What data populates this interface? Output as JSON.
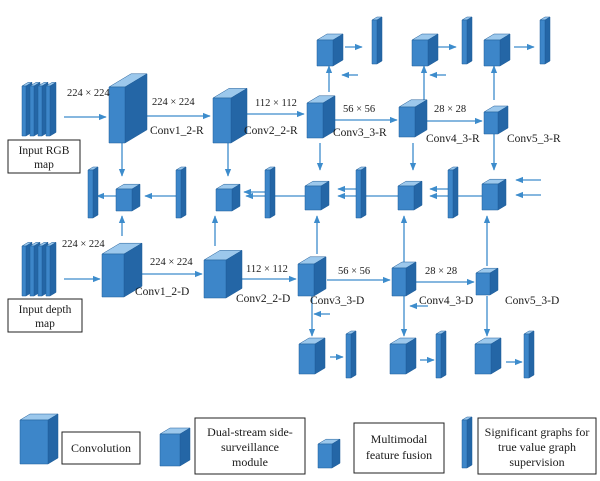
{
  "colors": {
    "front": "#3d86c9",
    "top": "#9cc8ec",
    "side": "#2466a6",
    "arrow": "#3d8ccc",
    "edge": "#1f5d99"
  },
  "inputs": {
    "rgb": [
      "Input RGB",
      "map"
    ],
    "depth": [
      "Input depth",
      "map"
    ]
  },
  "rgb_stream": {
    "sizes": [
      "224 × 224",
      "224 × 224",
      "112 × 112",
      "56 × 56",
      "28 × 28"
    ],
    "layers": [
      "Conv1_2-R",
      "Conv2_2-R",
      "Conv3_3-R",
      "Conv4_3-R",
      "Conv5_3-R"
    ]
  },
  "depth_stream": {
    "sizes": [
      "224 × 224",
      "224 × 224",
      "112 × 112",
      "56 × 56",
      "28 × 28"
    ],
    "layers": [
      "Conv1_2-D",
      "Conv2_2-D",
      "Conv3_3-D",
      "Conv4_3-D",
      "Conv5_3-D"
    ]
  },
  "legend": {
    "convolution": [
      "Convolution"
    ],
    "side_module": [
      "Dual-stream side-",
      "surveillance",
      "module"
    ],
    "fusion": [
      "Multimodal",
      "feature fusion"
    ],
    "supervision": [
      "Significant graphs for",
      "true value graph",
      "supervision"
    ]
  }
}
